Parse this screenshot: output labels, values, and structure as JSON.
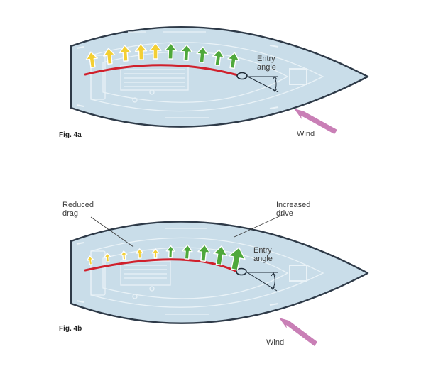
{
  "colors": {
    "hull_fill": "#c9dde9",
    "hull_stroke": "#2e3a48",
    "deck_line": "#e6f0f6",
    "sail": "#d0202c",
    "wind_arrow": "#c97fb6",
    "arrow_yellow": "#f3cf33",
    "arrow_green": "#4fa83b",
    "leader": "#3a3a3a"
  },
  "icons": {
    "flow_arrow": "flow-arrow-icon",
    "wind_arrow": "wind-arrow-icon",
    "angle_marker": "angle-arrow-icon"
  },
  "panels": [
    {
      "figure_label": "Fig. 4a",
      "entry_angle_label": [
        "Entry",
        "angle"
      ],
      "wind_label": "Wind",
      "flow_arrows": [
        {
          "color": "yellow",
          "magnitude": 1.0
        },
        {
          "color": "yellow",
          "magnitude": 1.0
        },
        {
          "color": "yellow",
          "magnitude": 1.0
        },
        {
          "color": "yellow",
          "magnitude": 1.0
        },
        {
          "color": "yellow",
          "magnitude": 1.0
        },
        {
          "color": "green",
          "magnitude": 1.0
        },
        {
          "color": "green",
          "magnitude": 1.0
        },
        {
          "color": "green",
          "magnitude": 1.0
        },
        {
          "color": "green",
          "magnitude": 1.0
        },
        {
          "color": "green",
          "magnitude": 1.0
        }
      ]
    },
    {
      "figure_label": "Fig. 4b",
      "entry_angle_label": [
        "Entry",
        "angle"
      ],
      "wind_label": "Wind",
      "reduced_drag_label": [
        "Reduced",
        "drag"
      ],
      "increased_drive_label": [
        "Increased",
        "drive"
      ],
      "flow_arrows": [
        {
          "color": "yellow",
          "magnitude": 0.55
        },
        {
          "color": "yellow",
          "magnitude": 0.55
        },
        {
          "color": "yellow",
          "magnitude": 0.55
        },
        {
          "color": "yellow",
          "magnitude": 0.6
        },
        {
          "color": "yellow",
          "magnitude": 0.6
        },
        {
          "color": "green",
          "magnitude": 0.75
        },
        {
          "color": "green",
          "magnitude": 0.9
        },
        {
          "color": "green",
          "magnitude": 1.05
        },
        {
          "color": "green",
          "magnitude": 1.2
        },
        {
          "color": "green",
          "magnitude": 1.45
        }
      ]
    }
  ]
}
